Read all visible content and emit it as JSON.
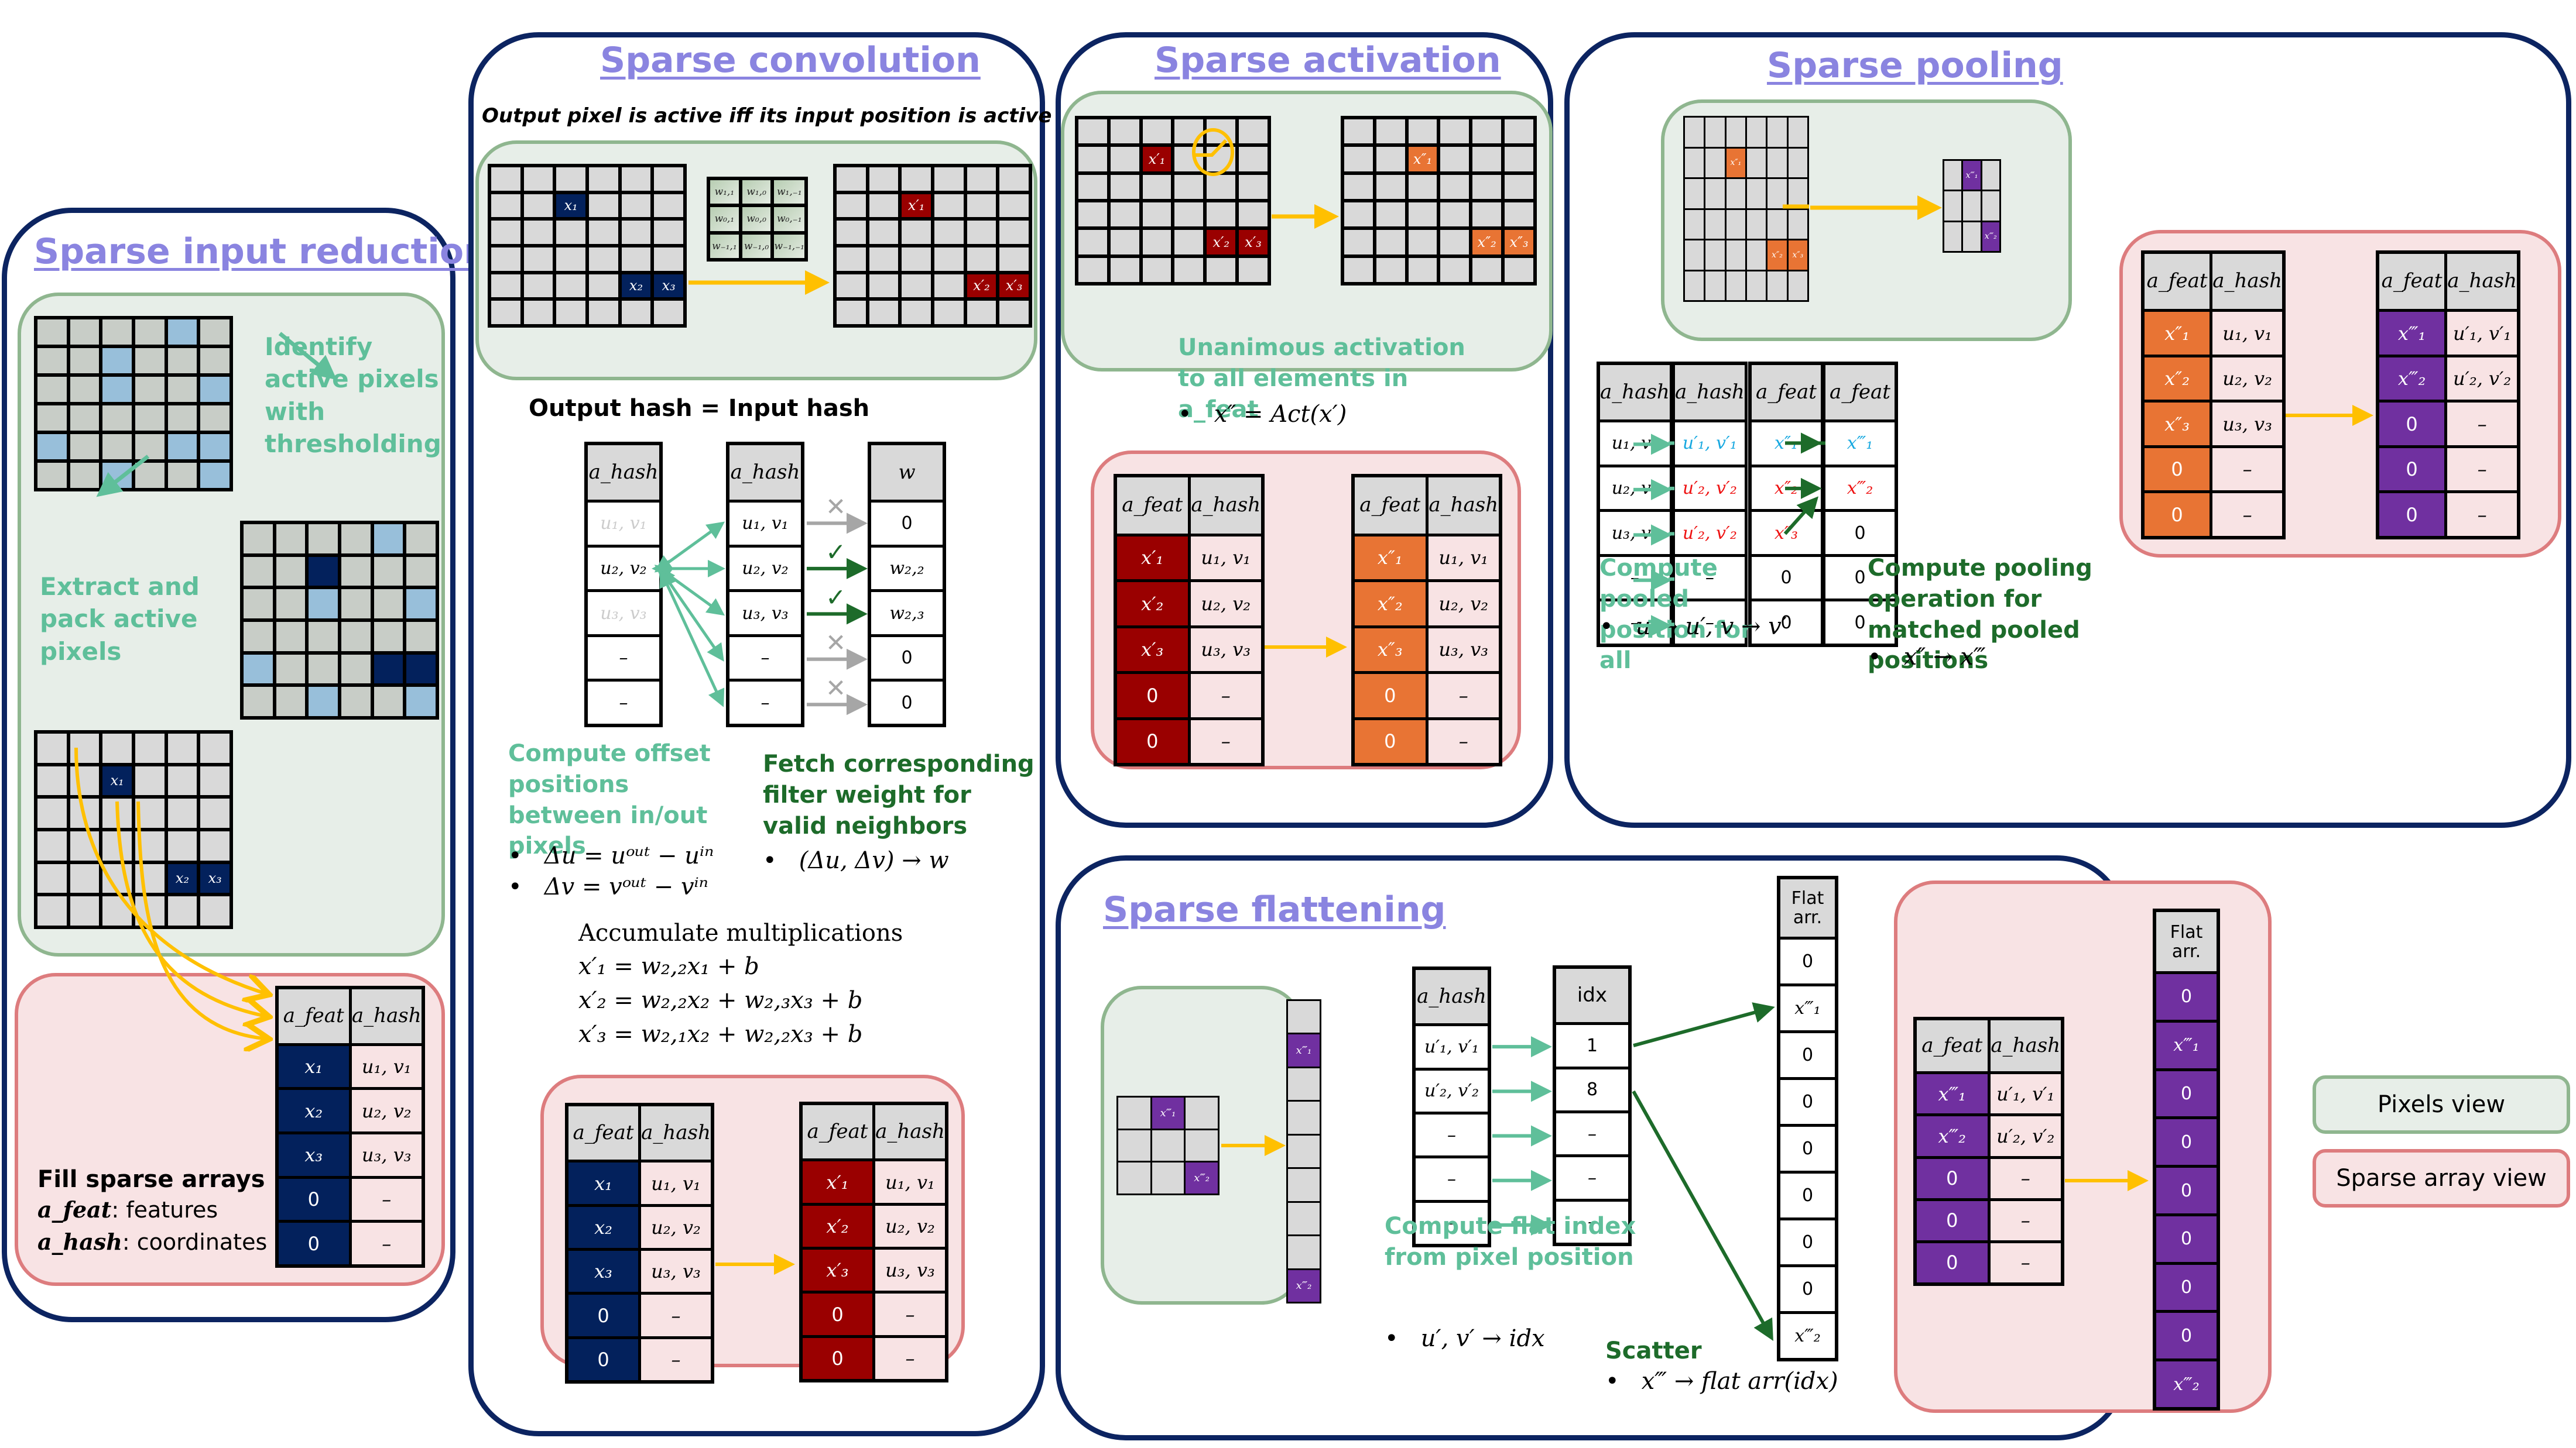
{
  "colors": {
    "panel_border": "#0c2461",
    "title": "#8a84e0",
    "pixels_view_bg": "#e7eee8",
    "pixels_view_border": "#8fb68f",
    "sparse_view_bg": "#f8e3e4",
    "sparse_view_border": "#dd7c7e",
    "input_active": "#03215c",
    "conv_output": "#9a0000",
    "activation_output": "#e87434",
    "pooling_output": "#7030a0",
    "threshold_candidate": "#98bfda",
    "arrow_yellow": "#ffc000",
    "teal_text": "#5fbf9a",
    "dark_green_text": "#1d6b2a"
  },
  "legend": {
    "pixels_view": "Pixels view",
    "sparse_array_view": "Sparse array view"
  },
  "input_reduction": {
    "title": "Sparse input reduction",
    "step1": "Identify active pixels with thresholding",
    "step2": "Extract and pack active pixels",
    "fill_title": "Fill sparse arrays",
    "feat_label": "a_feat",
    "feat_desc": ": features",
    "hash_label": "a_hash",
    "hash_desc": ": coordinates",
    "pixel_labels": [
      "x₁",
      "x₂",
      "x₃"
    ],
    "table": {
      "headers": [
        "a_feat",
        "a_hash"
      ],
      "rows": [
        [
          "x₁",
          "u₁, v₁"
        ],
        [
          "x₂",
          "u₂, v₂"
        ],
        [
          "x₃",
          "u₃, v₃"
        ],
        [
          "0",
          "–"
        ],
        [
          "0",
          "–"
        ]
      ]
    }
  },
  "convolution": {
    "title": "Sparse convolution",
    "subtitle": "Output pixel is active iff its input position is active",
    "input_labels": [
      "x₁",
      "x₂",
      "x₃"
    ],
    "output_labels": [
      "x′₁",
      "x′₂",
      "x′₃"
    ],
    "kernel": [
      "w₁,₁",
      "w₁,₀",
      "w₁,₋₁",
      "w₀,₁",
      "w₀,₀",
      "w₀,₋₁",
      "w₋₁,₁",
      "w₋₁,₀",
      "w₋₁,₋₁"
    ],
    "hash_heading": "Output hash = Input hash",
    "out_hash": {
      "header": "a_hash",
      "rows": [
        "u₁, v₁",
        "u₂, v₂",
        "u₃, v₃",
        "–",
        "–"
      ]
    },
    "in_hash": {
      "header": "a_hash",
      "rows": [
        "u₁, v₁",
        "u₂, v₂",
        "u₃, v₃",
        "–",
        "–"
      ]
    },
    "weights": {
      "header": "w",
      "rows": [
        "0",
        "w₂,₂",
        "w₂,₃",
        "0",
        "0"
      ]
    },
    "match_marks": [
      "✕",
      "✓",
      "✓",
      "✕",
      "✕"
    ],
    "offset_title": "Compute offset positions between in/out pixels",
    "offset_eq1": "Δu = uᵒᵘᵗ − uⁱⁿ",
    "offset_eq2": "Δv = vᵒᵘᵗ − vⁱⁿ",
    "fetch_title": "Fetch corresponding filter weight for valid neighbors",
    "fetch_eq": "(Δu, Δv) → w",
    "accum_title": "Accumulate multiplications",
    "accum_eqs": [
      "x′₁ = w₂,₂x₁ + b",
      "x′₂ = w₂,₂x₂ + w₂,₃x₃ + b",
      "x′₃ = w₂,₁x₂ + w₂,₂x₃ + b"
    ],
    "table_in": {
      "headers": [
        "a_feat",
        "a_hash"
      ],
      "rows": [
        [
          "x₁",
          "u₁, v₁"
        ],
        [
          "x₂",
          "u₂, v₂"
        ],
        [
          "x₃",
          "u₃, v₃"
        ],
        [
          "0",
          "–"
        ],
        [
          "0",
          "–"
        ]
      ]
    },
    "table_out": {
      "headers": [
        "a_feat",
        "a_hash"
      ],
      "rows": [
        [
          "x′₁",
          "u₁, v₁"
        ],
        [
          "x′₂",
          "u₂, v₂"
        ],
        [
          "x′₃",
          "u₃, v₃"
        ],
        [
          "0",
          "–"
        ],
        [
          "0",
          "–"
        ]
      ]
    }
  },
  "activation": {
    "title": "Sparse activation",
    "input_labels": [
      "x′₁",
      "x′₂",
      "x′₃"
    ],
    "output_labels": [
      "x″₁",
      "x″₂",
      "x″₃"
    ],
    "desc": "Unanimous activation to all elements in a_feat",
    "eq": "x″ = Act(x′)",
    "table_in": {
      "headers": [
        "a_feat",
        "a_hash"
      ],
      "rows": [
        [
          "x′₁",
          "u₁, v₁"
        ],
        [
          "x′₂",
          "u₂, v₂"
        ],
        [
          "x′₃",
          "u₃, v₃"
        ],
        [
          "0",
          "–"
        ],
        [
          "0",
          "–"
        ]
      ]
    },
    "table_out": {
      "headers": [
        "a_feat",
        "a_hash"
      ],
      "rows": [
        [
          "x″₁",
          "u₁, v₁"
        ],
        [
          "x″₂",
          "u₂, v₂"
        ],
        [
          "x″₃",
          "u₃, v₃"
        ],
        [
          "0",
          "–"
        ],
        [
          "0",
          "–"
        ]
      ]
    }
  },
  "pooling": {
    "title": "Sparse pooling",
    "input_labels": [
      "x″₁",
      "x″₂",
      "x″₃"
    ],
    "output_labels": [
      "x‴₁",
      "x‴₂"
    ],
    "hash_in": {
      "header": "a_hash",
      "rows": [
        "u₁, v₁",
        "u₂, v₂",
        "u₃, v₃",
        "–",
        "–"
      ]
    },
    "hash_out": {
      "header": "a_hash",
      "rows": [
        "u′₁, v′₁",
        "u′₂, v′₂",
        "u′₂, v′₂",
        "–",
        "–"
      ]
    },
    "feat_in": {
      "header": "a_feat",
      "rows": [
        "x″₁",
        "x″₂",
        "x″₃",
        "0",
        "0"
      ]
    },
    "feat_out": {
      "header": "a_feat",
      "rows": [
        "x‴₁",
        "x‴₂",
        "0",
        "0",
        "0"
      ]
    },
    "pos_title": "Compute pooled position for all",
    "pos_eq": "u → u′,  v → v′",
    "op_title": "Compute pooling operation for matched pooled positions",
    "op_eq": "x″ → x‴",
    "table_in": {
      "headers": [
        "a_feat",
        "a_hash"
      ],
      "rows": [
        [
          "x″₁",
          "u₁, v₁"
        ],
        [
          "x″₂",
          "u₂, v₂"
        ],
        [
          "x″₃",
          "u₃, v₃"
        ],
        [
          "0",
          "–"
        ],
        [
          "0",
          "–"
        ]
      ]
    },
    "table_out": {
      "headers": [
        "a_feat",
        "a_hash"
      ],
      "rows": [
        [
          "x‴₁",
          "u′₁, v′₁"
        ],
        [
          "x‴₂",
          "u′₂, v′₂"
        ],
        [
          "0",
          "–"
        ],
        [
          "0",
          "–"
        ],
        [
          "0",
          "–"
        ]
      ]
    }
  },
  "flattening": {
    "title": "Sparse flattening",
    "grid_labels": [
      "x‴₁",
      "x‴₂"
    ],
    "hash": {
      "header": "a_hash",
      "rows": [
        "u′₁, v′₁",
        "u′₂, v′₂",
        "–",
        "–",
        "–"
      ]
    },
    "idx": {
      "header": "idx",
      "rows": [
        "1",
        "8",
        "–",
        "–",
        "–"
      ]
    },
    "flat": {
      "header": "Flat arr.",
      "rows": [
        "0",
        "x‴₁",
        "0",
        "0",
        "0",
        "0",
        "0",
        "0",
        "x‴₂"
      ]
    },
    "idx_title": "Compute flat index from pixel position",
    "idx_eq": "u′, v′ → idx",
    "scatter_title": "Scatter",
    "scatter_eq": "x‴ → flat arr(idx)",
    "table_in": {
      "headers": [
        "a_feat",
        "a_hash"
      ],
      "rows": [
        [
          "x‴₁",
          "u′₁, v′₁"
        ],
        [
          "x‴₂",
          "u′₂, v′₂"
        ],
        [
          "0",
          "–"
        ],
        [
          "0",
          "–"
        ],
        [
          "0",
          "–"
        ]
      ]
    },
    "flat_out": {
      "header": "Flat arr.",
      "rows": [
        "0",
        "x‴₁",
        "0",
        "0",
        "0",
        "0",
        "0",
        "0",
        "x‴₂"
      ]
    }
  }
}
